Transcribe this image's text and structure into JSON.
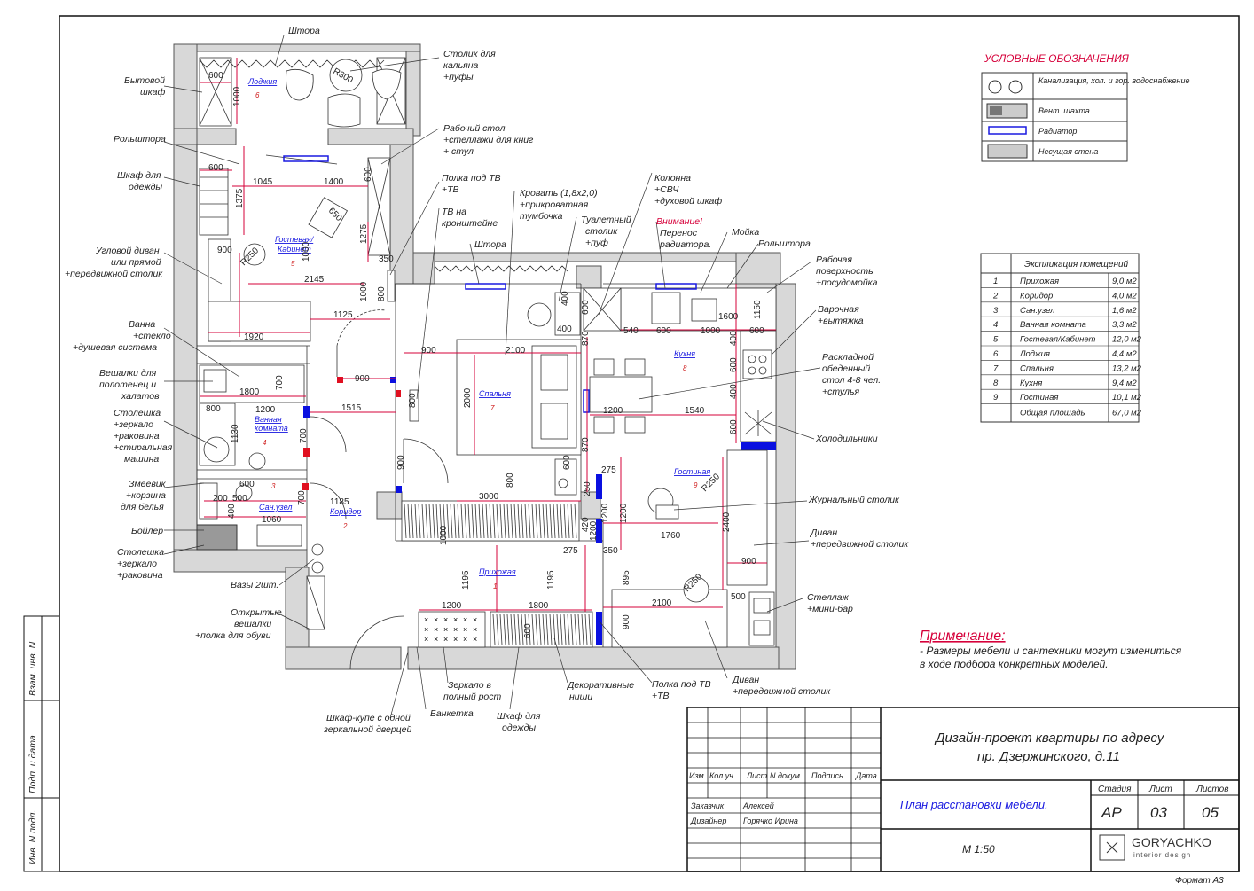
{
  "legend": {
    "title": "УСЛОВНЫЕ ОБОЗНАЧЕНИЯ",
    "items": [
      {
        "label": "Канализация, хол. и гор. водоснабжение"
      },
      {
        "label": "Вент. шахта"
      },
      {
        "label": "Радиатор"
      },
      {
        "label": "Несущая стена"
      }
    ]
  },
  "explication": {
    "title": "Экспликация помещений",
    "rows": [
      {
        "num": "1",
        "name": "Прихожая",
        "area": "9,0 м2"
      },
      {
        "num": "2",
        "name": "Коридор",
        "area": "4,0 м2"
      },
      {
        "num": "3",
        "name": "Сан.узел",
        "area": "1,6 м2"
      },
      {
        "num": "4",
        "name": "Ванная комната",
        "area": "3,3 м2"
      },
      {
        "num": "5",
        "name": "Гостевая/Кабинет",
        "area": "12,0 м2"
      },
      {
        "num": "6",
        "name": "Лоджия",
        "area": "4,4 м2"
      },
      {
        "num": "7",
        "name": "Спальня",
        "area": "13,2 м2"
      },
      {
        "num": "8",
        "name": "Кухня",
        "area": "9,4 м2"
      },
      {
        "num": "9",
        "name": "Гостиная",
        "area": "10,1 м2"
      }
    ],
    "total_label": "Общая площадь",
    "total_area": "67,0 м2"
  },
  "note": {
    "title": "Примечание:",
    "line1": "- Размеры мебели и сантехники могут измениться",
    "line2": "в ходе подбора конкретных моделей."
  },
  "rooms": [
    {
      "name": "Лоджия",
      "num": "6"
    },
    {
      "name": "Гостевая/",
      "name2": "Кабинет",
      "num": "5"
    },
    {
      "name": "Спальня",
      "num": "7"
    },
    {
      "name": "Кухня",
      "num": "8"
    },
    {
      "name": "Ванная",
      "name2": "комната",
      "num": "4"
    },
    {
      "name": "Сан.узел",
      "num": "3"
    },
    {
      "name": "Коридор",
      "num": "2"
    },
    {
      "name": "Гостиная",
      "num": "9"
    },
    {
      "name": "Прихожая",
      "num": "1"
    }
  ],
  "labels": {
    "shtora_top": "Штора",
    "stolik1": "Столик для",
    "stolik2": "кальяна",
    "stolik3": "+пуфы",
    "bytovoy1": "Бытовой",
    "bytovoy2": "шкаф",
    "rabochiy1": "Рабочий стол",
    "rabochiy2": "+стеллажи для книг",
    "rabochiy3": "+ стул",
    "rolshtora_l": "Рольштора",
    "shkaf_od1": "Шкаф для",
    "shkaf_od2": "одежды",
    "polka_tv1": "Полка под ТВ",
    "polka_tv2": "+ТВ",
    "tv_kr1": "ТВ на",
    "tv_kr2": "кронштейне",
    "krovat1": "Кровать (1,8х2,0)",
    "krovat2": "+прикроватная",
    "krovat3": "тумбочка",
    "tual1": "Туалетный",
    "tual2": "столик",
    "tual3": "+пуф",
    "shtora_mid": "Штора",
    "kolonna1": "Колонна",
    "kolonna2": "+СВЧ",
    "kolonna3": "+духовой шкаф",
    "vnimanie": "Внимание!",
    "perenos1": "Перенос",
    "perenos2": "радиатора.",
    "moyka": "Мойка",
    "rolshtora_r": "Рольштора",
    "uglovoy1": "Угловой диван",
    "uglovoy2": "или прямой",
    "uglovoy3": "+передвижной столик",
    "rab_pov1": "Рабочая",
    "rab_pov2": "поверхность",
    "rab_pov3": "+посудомойка",
    "varoch1": "Варочная",
    "varoch2": "+вытяжка",
    "vanna1": "Ванна",
    "vanna2": "+стекло",
    "vanna3": "+душевая система",
    "raskl1": "Раскладной",
    "raskl2": "обеденный",
    "raskl3": "стол 4-8 чел.",
    "raskl4": "+стулья",
    "vesh1": "Вешалки для",
    "vesh2": "полотенец и",
    "vesh3": "халатов",
    "stoleshka1": "Столешка",
    "stoleshka2": "+зеркало",
    "stoleshka3": "+раковина",
    "stoleshka4": "+стиральная",
    "stoleshka5": "машина",
    "holod": "Холодильники",
    "zmeevik1": "Змеевик",
    "zmeevik2": "+корзина",
    "zmeevik3": "для белья",
    "zhurn": "Журнальный столик",
    "boyler": "Бойлер",
    "divan1": "Диван",
    "divan2": "+передвижной столик",
    "stol2_1": "Столешка",
    "stol2_2": "+зеркало",
    "stol2_3": "+раковина",
    "vazy": "Вазы 2шт.",
    "stellazh1": "Стеллаж",
    "stellazh2": "+мини-бар",
    "otkr1": "Открытые",
    "otkr2": "вешалки",
    "otkr3": "+полка для обуви",
    "zerk1": "Зеркало в",
    "zerk2": "полный рост",
    "dekor1": "Декоративные",
    "dekor2": "ниши",
    "polka2_1": "Полка под ТВ",
    "polka2_2": "+ТВ",
    "divan2_1": "Диван",
    "divan2_2": "+передвижной столик",
    "banketka": "Банкетка",
    "shkafkupe1": "Шкаф-купе с одной",
    "shkafkupe2": "зеркальной дверцей",
    "shkaf2_1": "Шкаф для",
    "shkaf2_2": "одежды"
  },
  "dims": [
    "600",
    "1000",
    "600",
    "1375",
    "1045",
    "1400",
    "600",
    "1275",
    "650",
    "900",
    "R250",
    "2145",
    "350",
    "1000",
    "800",
    "1125",
    "1920",
    "1800",
    "700",
    "900",
    "1515",
    "700",
    "1130",
    "1200",
    "800",
    "1185",
    "1060",
    "500",
    "400",
    "700",
    "200",
    "600",
    "900",
    "2100",
    "2000",
    "800",
    "3000",
    "400",
    "600",
    "870",
    "540",
    "600",
    "1000",
    "1600",
    "1150",
    "400",
    "600",
    "600",
    "400",
    "1200",
    "1540",
    "600",
    "870",
    "275",
    "250",
    "R250",
    "1200",
    "1200",
    "2400",
    "1760",
    "420",
    "275",
    "350",
    "895",
    "900",
    "1195",
    "1195",
    "1200",
    "1800",
    "2100",
    "500",
    "R250",
    "900",
    "900",
    "R300",
    "1000",
    "800",
    "1000",
    "600",
    "400",
    "600",
    "1200"
  ],
  "title_block": {
    "project1": "Дизайн-проект квартиры по адресу",
    "project2": "пр. Дзержинского, д.11",
    "sheet_title": "План расстановки мебели.",
    "scale": "М 1:50",
    "col_izm": "Изм.",
    "col_kol": "Кол.уч.",
    "col_list": "Лист",
    "col_ndok": "N докум.",
    "col_podp": "Подпись",
    "col_data": "Дата",
    "zakazchik_label": "Заказчик",
    "zakazchik": "Алексей",
    "dizayner_label": "Дизайнер",
    "dizayner": "Горячко Ирина",
    "stadia_label": "Стадия",
    "list_label": "Лист",
    "listov_label": "Листов",
    "stadia": "АР",
    "list": "03",
    "listov": "05",
    "logo": "GORYACHKO",
    "logo_sub": "interior design",
    "format": "Формат А3"
  },
  "side": {
    "vzam": "Взам. инв. N",
    "podp": "Подп. и дата",
    "inv": "Инв. N подл."
  },
  "colors": {
    "red": "#d6003a",
    "blue": "#1a1ae0",
    "wall": "#d8d8d8",
    "heater": "#0a10e0",
    "door_red": "#e01020"
  }
}
